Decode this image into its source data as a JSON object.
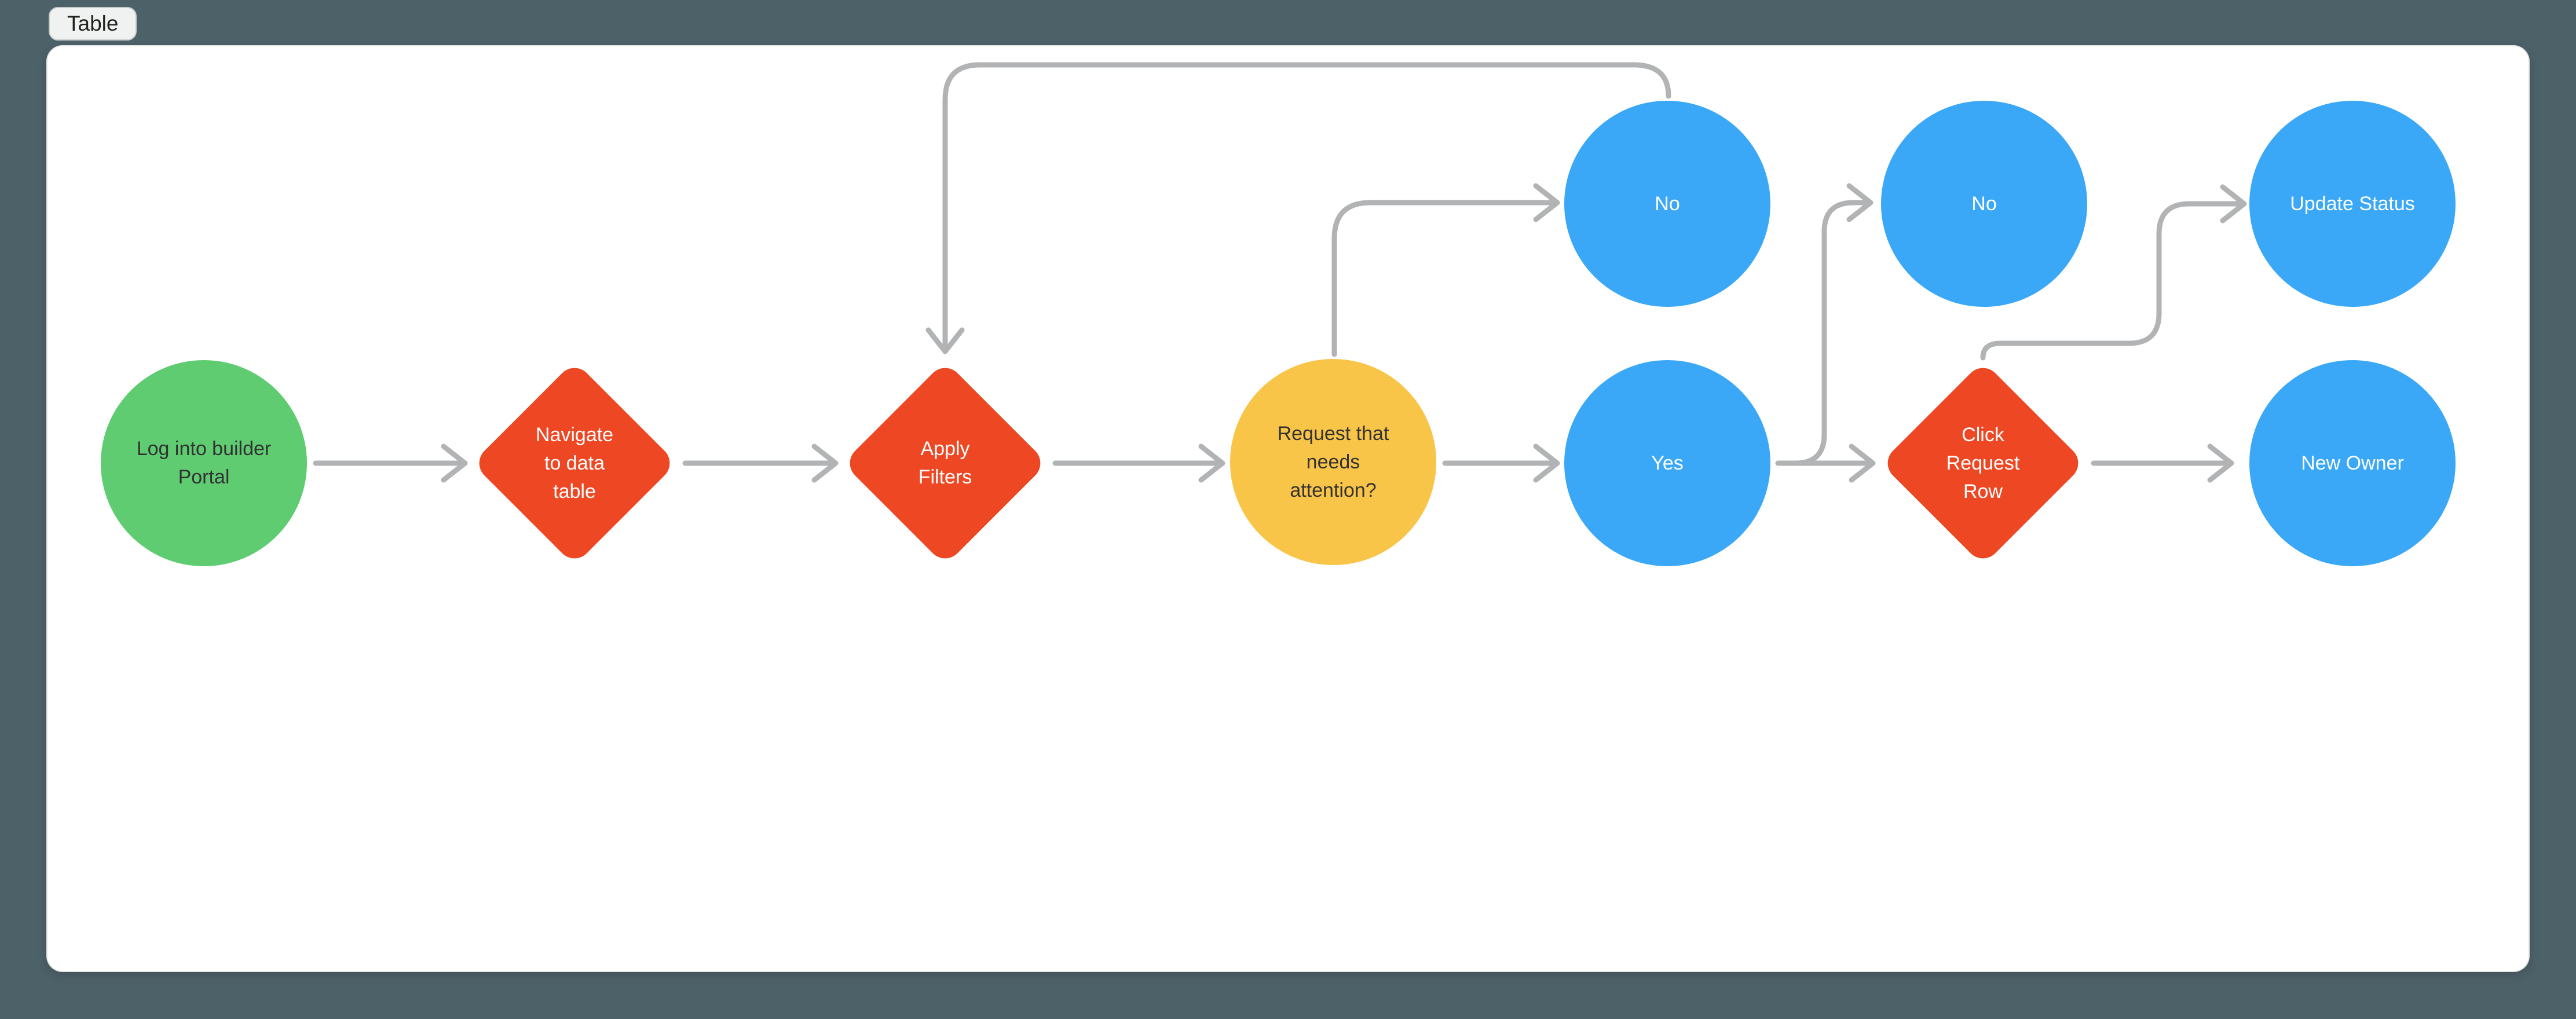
{
  "toolbar": {
    "table_button_label": "Table"
  },
  "colors": {
    "page_background": "#4d6168",
    "canvas_background": "#ffffff",
    "connector": "#b1b3b4",
    "node_green": "#5fcc72",
    "node_red": "#ee4723",
    "node_yellow": "#f9c548",
    "node_blue": "#3aa8f7",
    "label_dark": "#323232",
    "label_light": "#ffffff"
  },
  "diagram": {
    "nodes": [
      {
        "id": "start",
        "type": "circle",
        "color": "green",
        "label": "Log into builder\nPortal"
      },
      {
        "id": "navigate",
        "type": "diamond",
        "color": "red",
        "label": "Navigate\nto data\ntable"
      },
      {
        "id": "apply-filters",
        "type": "diamond",
        "color": "red",
        "label": "Apply\nFilters"
      },
      {
        "id": "request-attention",
        "type": "circle",
        "color": "yellow",
        "label": "Request that\nneeds\nattention?"
      },
      {
        "id": "no-1",
        "type": "circle",
        "color": "blue",
        "label": "No"
      },
      {
        "id": "yes",
        "type": "circle",
        "color": "blue",
        "label": "Yes"
      },
      {
        "id": "no-2",
        "type": "circle",
        "color": "blue",
        "label": "No"
      },
      {
        "id": "click-request-row",
        "type": "diamond",
        "color": "red",
        "label": "Click\nRequest\nRow"
      },
      {
        "id": "update-status",
        "type": "circle",
        "color": "blue",
        "label": "Update Status"
      },
      {
        "id": "new-owner",
        "type": "circle",
        "color": "blue",
        "label": "New Owner"
      }
    ],
    "edges": [
      {
        "from": "start",
        "to": "navigate"
      },
      {
        "from": "navigate",
        "to": "apply-filters"
      },
      {
        "from": "apply-filters",
        "to": "request-attention"
      },
      {
        "from": "request-attention",
        "to": "no-1"
      },
      {
        "from": "no-1",
        "to": "apply-filters"
      },
      {
        "from": "request-attention",
        "to": "yes"
      },
      {
        "from": "yes",
        "to": "no-2"
      },
      {
        "from": "yes",
        "to": "click-request-row"
      },
      {
        "from": "click-request-row",
        "to": "update-status"
      },
      {
        "from": "click-request-row",
        "to": "new-owner"
      }
    ]
  }
}
